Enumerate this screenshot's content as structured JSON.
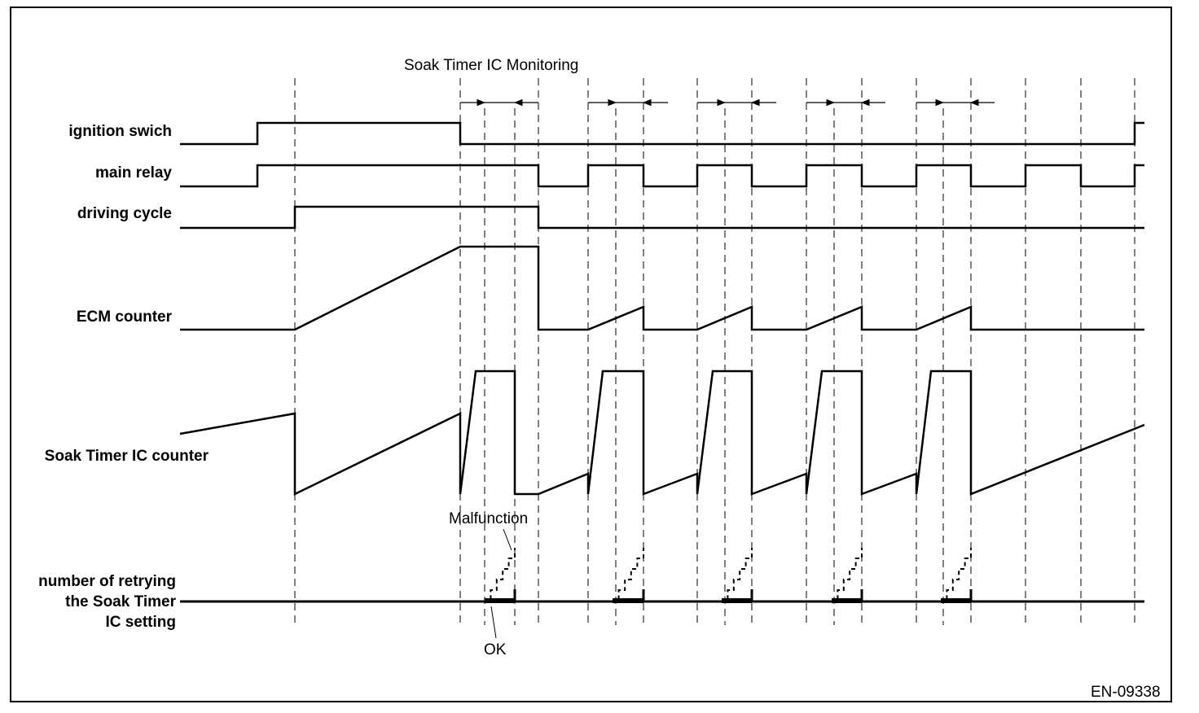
{
  "figure": {
    "title": "Soak Timer IC Monitoring",
    "code": "EN-09338",
    "annotations": {
      "malfunction": "Malfunction",
      "ok": "OK"
    }
  },
  "signals": [
    {
      "id": "ignition",
      "label": "ignition swich"
    },
    {
      "id": "main_relay",
      "label": "main relay"
    },
    {
      "id": "driving_cycle",
      "label": "driving cycle"
    },
    {
      "id": "ecm_counter",
      "label": "ECM counter"
    },
    {
      "id": "soak_counter",
      "label": "Soak Timer IC counter"
    },
    {
      "id": "retry",
      "label_lines": [
        "number of retrying",
        "the Soak Timer",
        "IC setting"
      ]
    }
  ],
  "colors": {
    "line": "#000000",
    "background": "#ffffff"
  }
}
